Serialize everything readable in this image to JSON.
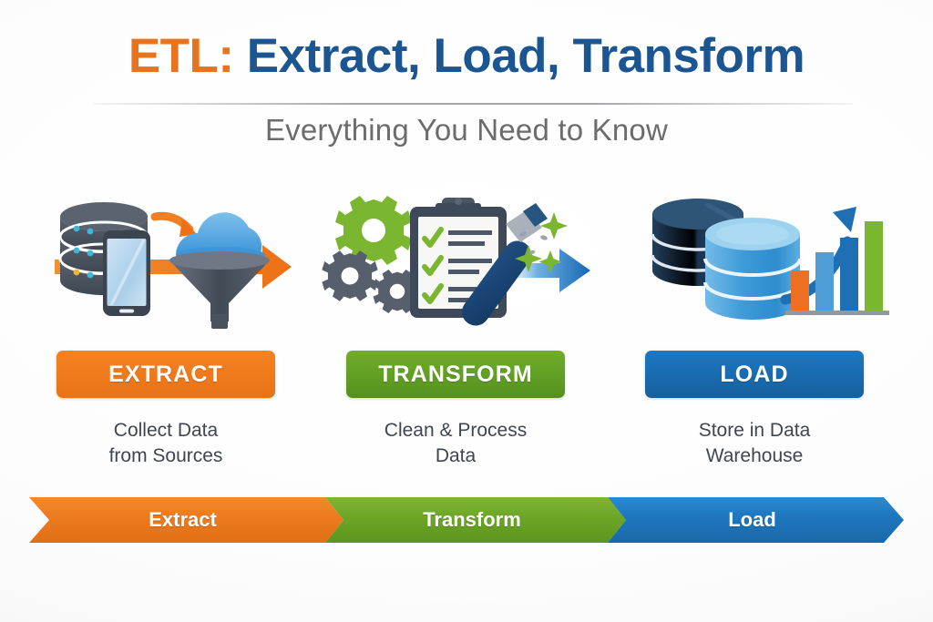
{
  "header": {
    "title_accent": "ETL:",
    "title_main": " Extract, Load, Transform",
    "subtitle": "Everything You Need to Know"
  },
  "colors": {
    "orange": "#e8731d",
    "green": "#62a024",
    "blue": "#1b5693",
    "blue_button": "#1a6bb0",
    "subtitle_gray": "#6c6c6e",
    "body_gray": "#3f4650"
  },
  "stages": [
    {
      "key": "extract",
      "pill_label": "EXTRACT",
      "description": "Collect Data\nfrom Sources",
      "accent": "#e8731d",
      "icons": [
        "database-stack-icon",
        "smartphone-icon",
        "cloud-icon",
        "funnel-icon",
        "orange-arrow-icon"
      ]
    },
    {
      "key": "transform",
      "pill_label": "TRANSFORM",
      "description": "Clean & Process\nData",
      "accent": "#62a024",
      "icons": [
        "gear-icon",
        "gear-icon",
        "gear-icon",
        "clipboard-checklist-icon",
        "cleaning-brush-icon",
        "sparkle-icon",
        "blue-arrow-icon"
      ]
    },
    {
      "key": "load",
      "pill_label": "LOAD",
      "description": "Store in Data\nWarehouse",
      "accent": "#1a6bb0",
      "icons": [
        "database-cylinder-dark-icon",
        "database-cylinder-light-icon",
        "bar-chart-icon",
        "growth-arrow-icon"
      ]
    }
  ],
  "flow_bar": {
    "segments": [
      {
        "label": "Extract",
        "color": "#ec7a1e"
      },
      {
        "label": "Transform",
        "color": "#6ca627"
      },
      {
        "label": "Load",
        "color": "#1e76bd"
      }
    ]
  }
}
